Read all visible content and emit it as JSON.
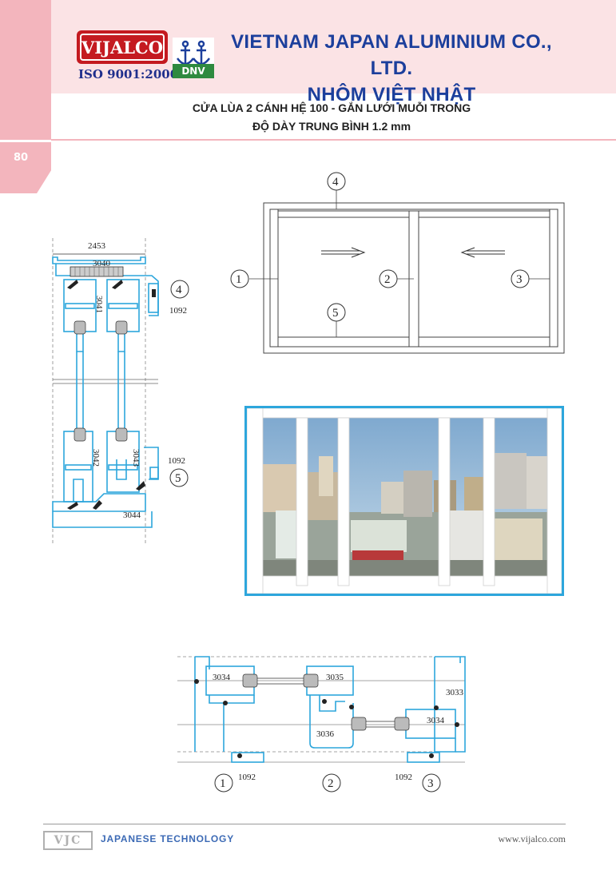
{
  "header": {
    "logo_text": "VIJALCO",
    "certification": "ISO 9001:2000",
    "cert_body": "DNV",
    "company_line1": "VIETNAM JAPAN ALUMINIUM CO., LTD.",
    "company_line2": "NHÔM VIỆT NHẬT"
  },
  "page_number": "80",
  "title": {
    "line1": "CỬA LÙA 2 CÁNH HỆ 100 - GẮN LƯỚI MUỖI TRONG",
    "line2": "ĐỘ DÀY TRUNG BÌNH 1.2 mm"
  },
  "vertical_section": {
    "dimension": "2453",
    "profiles": [
      "3040",
      "3041",
      "3042",
      "3043",
      "3044"
    ],
    "accessory_top": "1092",
    "accessory_bottom": "1092",
    "callouts": [
      "4",
      "5"
    ]
  },
  "elevation": {
    "callouts": [
      "1",
      "2",
      "3",
      "4",
      "5"
    ]
  },
  "horizontal_section": {
    "profiles": [
      "3034",
      "3035",
      "3033",
      "3036",
      "3034"
    ],
    "accessory_left": "1092",
    "accessory_right": "1092",
    "callouts": [
      "1",
      "2",
      "3"
    ]
  },
  "colors": {
    "brand_red": "#c41a20",
    "brand_blue": "#1c3f9c",
    "header_pink": "#fbe3e5",
    "accent_pink": "#f3b5bd",
    "profile_blue": "#2da6dc"
  },
  "footer": {
    "logo_text": "VJC",
    "tagline": "JAPANESE TECHNOLOGY",
    "website": "www.vijalco.com"
  }
}
